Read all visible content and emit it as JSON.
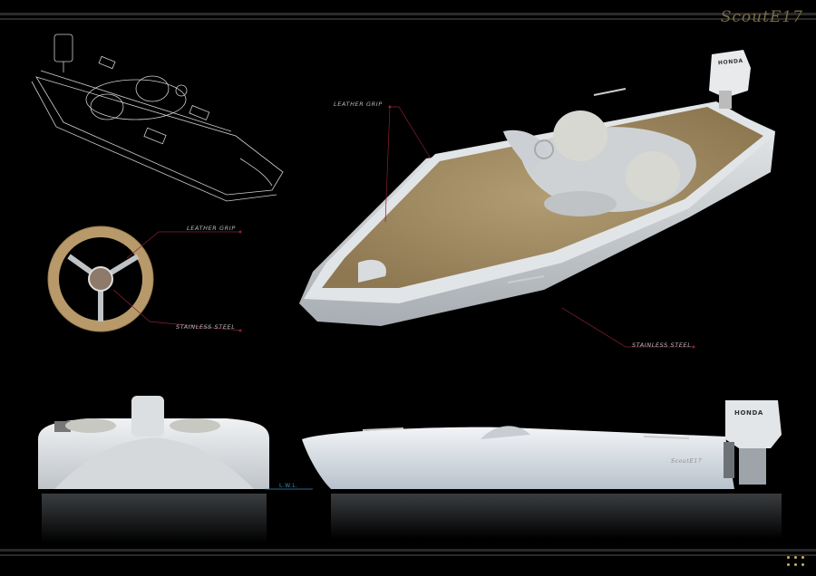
{
  "brand": {
    "logo_text": "ScoutE17"
  },
  "callouts": {
    "deck_leather": "LEATHER GRIP",
    "wheel_leather": "LEATHER GRIP",
    "wheel_steel": "STAINLESS STEEL",
    "deck_steel": "STAINLESS STEEL"
  },
  "waterline": {
    "label": "L.W.L."
  },
  "engine": {
    "brand_top": "HONDA",
    "brand_side": "HONDA"
  },
  "hull": {
    "script_name": "ScoutE17"
  },
  "colors": {
    "background": "#000000",
    "accent": "#8a7a50",
    "callout_line": "#8a2030",
    "teak": "#a8926a",
    "hull": "#d8dcdf",
    "waterline": "#3a8bb0"
  }
}
